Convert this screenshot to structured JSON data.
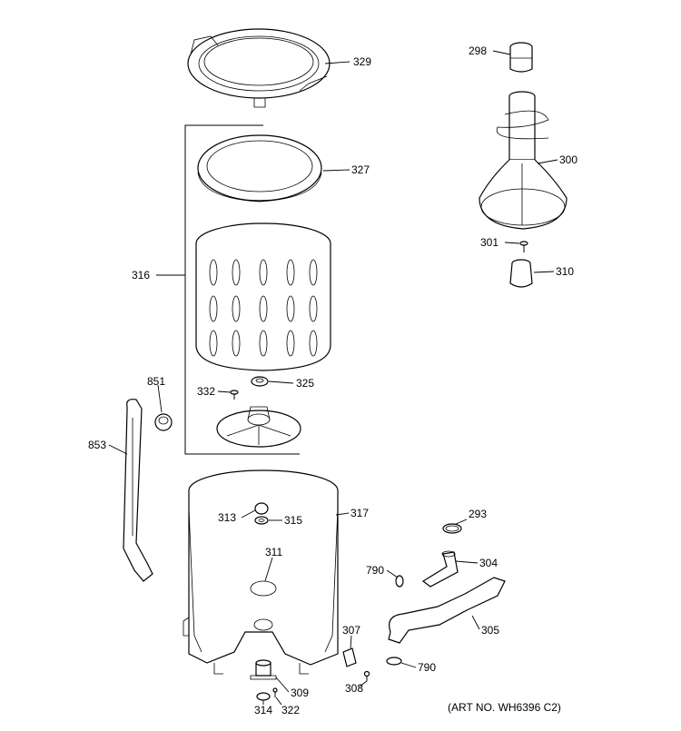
{
  "labels": {
    "p298": "298",
    "p300": "300",
    "p301": "301",
    "p310": "310",
    "p329": "329",
    "p327": "327",
    "p316": "316",
    "p325": "325",
    "p332": "332",
    "p851": "851",
    "p853": "853",
    "p313": "313",
    "p315": "315",
    "p317": "317",
    "p311": "311",
    "p293": "293",
    "p304": "304",
    "p790a": "790",
    "p790b": "790",
    "p305": "305",
    "p307": "307",
    "p308": "308",
    "p309": "309",
    "p314": "314",
    "p322": "322"
  },
  "art_number": "(ART NO. WH6396 C2)"
}
